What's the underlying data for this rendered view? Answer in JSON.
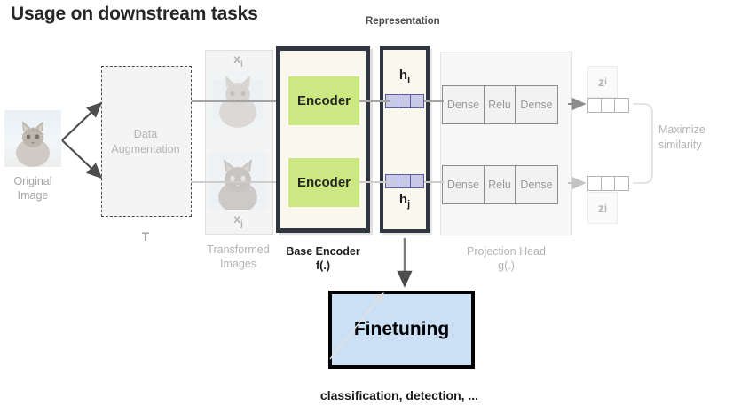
{
  "title": "Usage on downstream tasks",
  "representation_label": "Representation",
  "original": {
    "caption_line1": "Original",
    "caption_line2": "Image",
    "icon": "cat-photo"
  },
  "augmentation": {
    "label_line1": "Data",
    "label_line2": "Augmentation",
    "symbol": "T"
  },
  "transformed": {
    "top_label": "x",
    "top_sub": "i",
    "bottom_label": "x",
    "bottom_sub": "j",
    "caption_line1": "Transformed",
    "caption_line2": "Images"
  },
  "base_encoder": {
    "top_block": "Encoder",
    "bottom_block": "Encoder",
    "caption_line1": "Base Encoder",
    "caption_line2": "f(.)"
  },
  "representation": {
    "top_label": "h",
    "top_sub": "i",
    "bottom_label": "h",
    "bottom_sub": "j",
    "vector_cells": 3
  },
  "projection_head": {
    "row_top": [
      "Dense",
      "Relu",
      "Dense"
    ],
    "row_bottom": [
      "Dense",
      "Relu",
      "Dense"
    ],
    "caption_line1": "Projection Head",
    "caption_line2": "g(.)"
  },
  "outputs": {
    "z_top": "z",
    "z_top_sub": "i",
    "z_bottom": "z",
    "z_bottom_sub": "j",
    "similarity_line1": "Maximize",
    "similarity_line2": "similarity"
  },
  "finetuning": {
    "label": "Finetuning",
    "caption": "classification, detection, ..."
  },
  "colors": {
    "encoder_green": "#cce883",
    "finetuning_blue": "#cce0f5",
    "box_border_dark": "#2f3640",
    "cream": "#faf7ee",
    "vector_purple": "#c9c9e8",
    "muted_text": "#b3b3b3",
    "title_text": "#262626"
  }
}
